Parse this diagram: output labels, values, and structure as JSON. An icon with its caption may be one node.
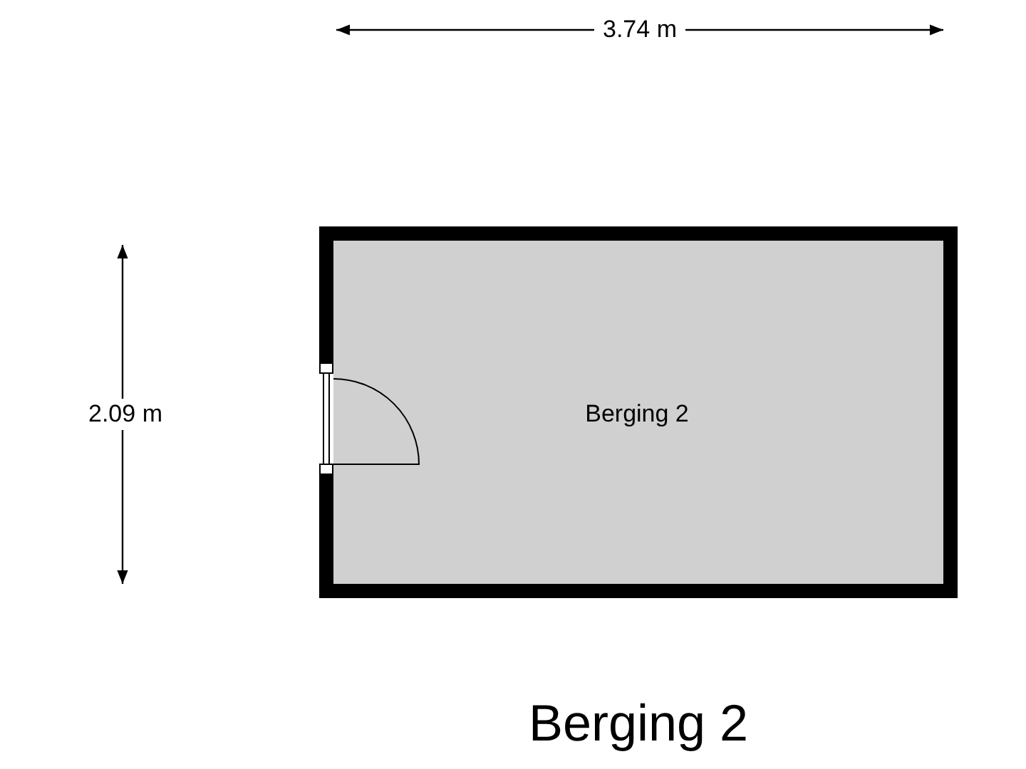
{
  "diagram": {
    "title": "Berging 2",
    "nodes": [
      {
        "text": [
          "Berging 2"
        ]
      }
    ],
    "edges": [],
    "labels": [
      "3.74 m",
      "2.09 m"
    ]
  }
}
